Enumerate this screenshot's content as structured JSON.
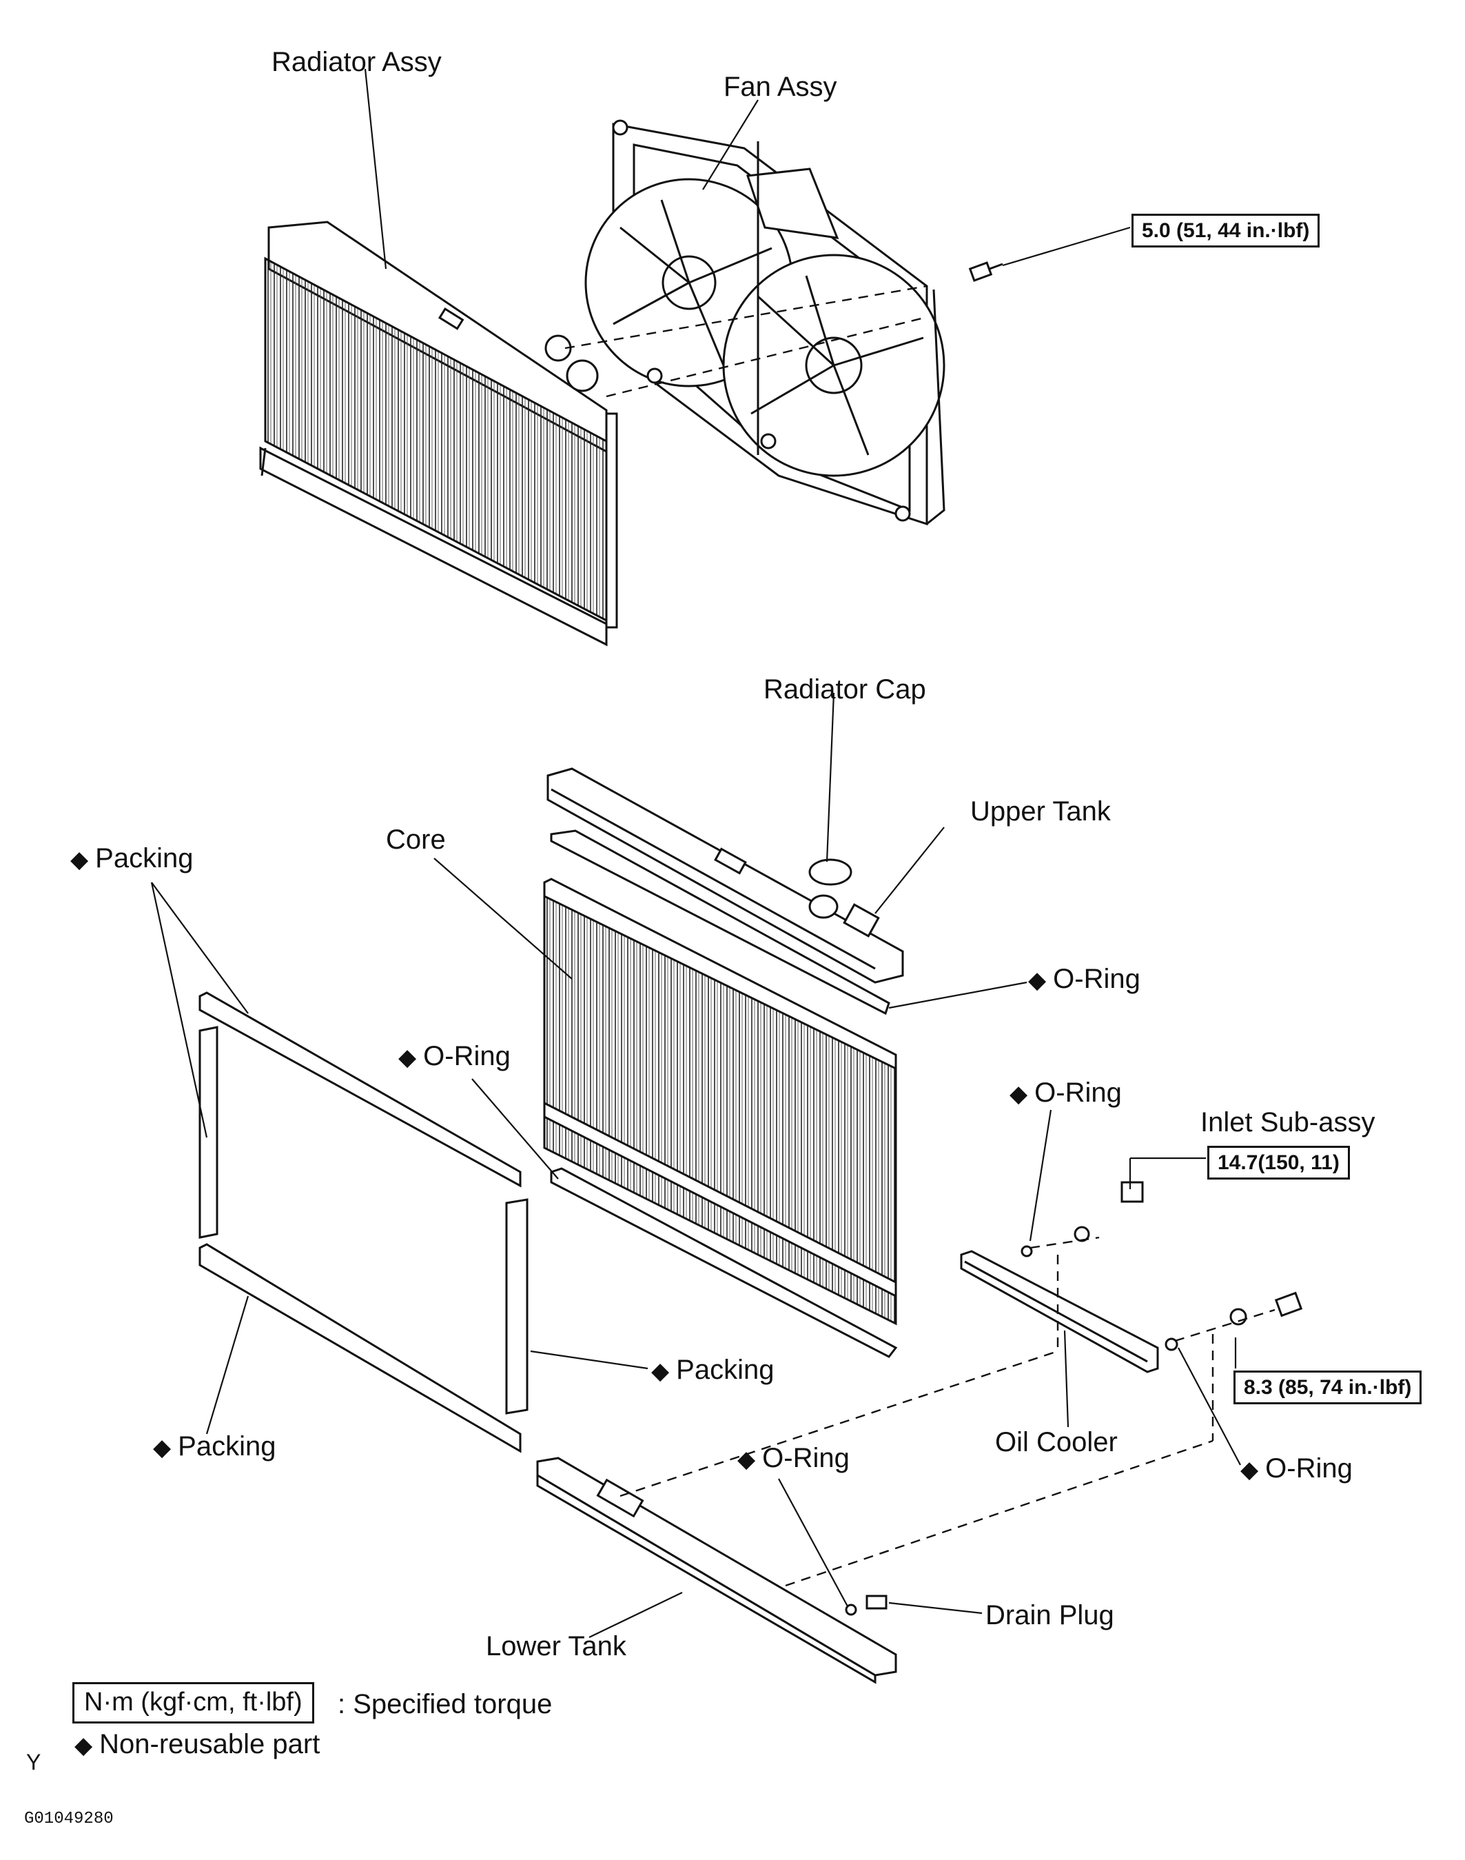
{
  "labels": {
    "radiator_assy": "Radiator Assy",
    "fan_assy": "Fan Assy",
    "radiator_cap": "Radiator Cap",
    "upper_tank": "Upper Tank",
    "core": "Core",
    "packing_top_left": "Packing",
    "o_ring_upper": "O-Ring",
    "o_ring_lower_core": "O-Ring",
    "o_ring_oil_cooler_top": "O-Ring",
    "inlet_sub_assy": "Inlet Sub-assy",
    "packing_right": "Packing",
    "packing_bottom": "Packing",
    "oil_cooler": "Oil Cooler",
    "o_ring_lower_tank": "O-Ring",
    "o_ring_oil_cooler_bottom": "O-Ring",
    "drain_plug": "Drain Plug",
    "lower_tank": "Lower Tank"
  },
  "torques": {
    "fan_bolt": "5.0 (51, 44 in.·lbf)",
    "inlet_bolt": "14.7(150, 11)",
    "oil_cooler_bolt": "8.3 (85, 74 in.·lbf)"
  },
  "legend": {
    "torque_units": "N·m (kgf·cm, ft·lbf)",
    "torque_meaning": ": Specified torque",
    "non_reusable": "Non-reusable part"
  },
  "footer": {
    "corner_letter": "Y",
    "figure_code": "G01049280"
  },
  "marker_icon": "black-diamond"
}
